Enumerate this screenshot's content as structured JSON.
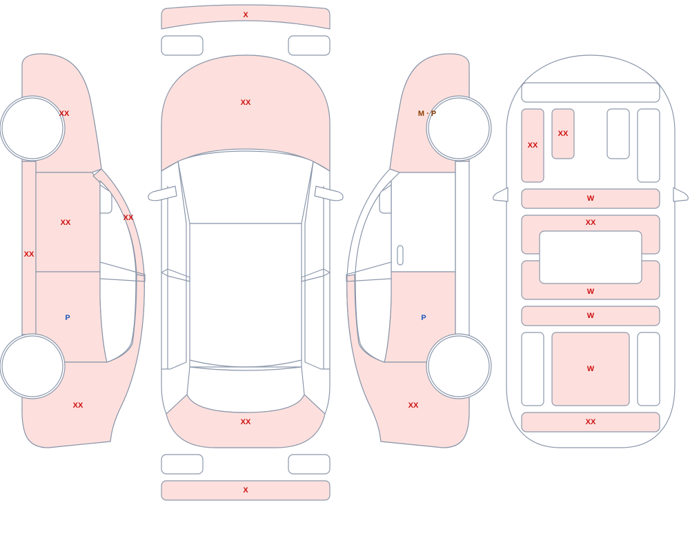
{
  "colors": {
    "damage_fill": "#fde0dd",
    "outline": "#8a96aa",
    "code_red": "#cc1111",
    "code_blue": "#2255bb",
    "code_brown": "#8a3c00"
  },
  "labels": {
    "front_bumper": "X",
    "hood": "XX",
    "rear_bumper_panel": "XX",
    "rear_bumper": "X",
    "left_front_fender": "XX",
    "left_front_door": "XX",
    "left_rear_door": "P",
    "left_rocker": "XX",
    "left_pillar": "XX",
    "left_quarter": "XX",
    "right_front_fender": "M · P",
    "right_rear_door": "P",
    "right_quarter": "XX",
    "int_front_seat_left": "XX",
    "int_front_seat_right": "XX",
    "int_row1": "W",
    "int_row2": "XX",
    "int_row3": "W",
    "int_row4": "W",
    "int_cargo": "W",
    "int_row5": "XX"
  }
}
